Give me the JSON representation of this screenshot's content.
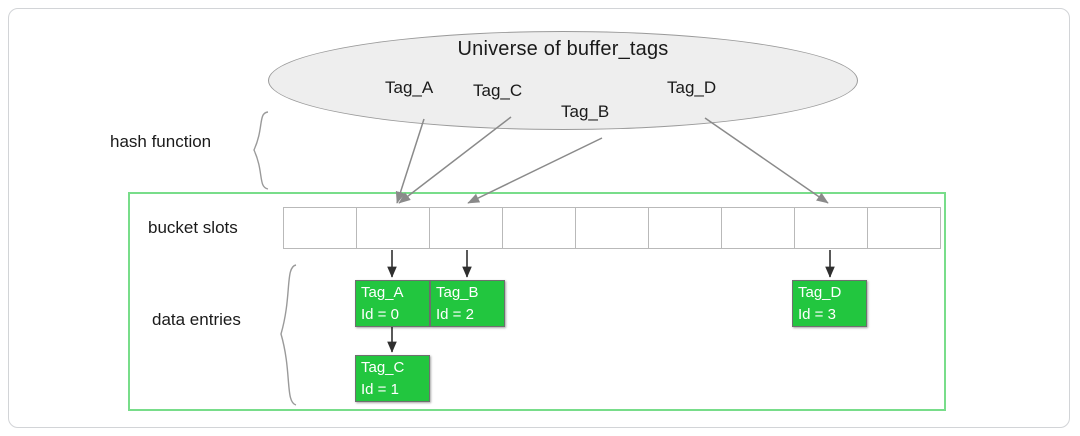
{
  "diagram": {
    "title": "Universe of buffer_tags",
    "universe": {
      "label": "Universe of buffer_tags",
      "tags": [
        {
          "name": "Tag_A"
        },
        {
          "name": "Tag_C"
        },
        {
          "name": "Tag_B"
        },
        {
          "name": "Tag_D"
        }
      ]
    },
    "braces": {
      "hash_function_label": "hash function",
      "data_entries_label": "data entries"
    },
    "bucket_slots": {
      "label": "bucket slots",
      "count": 9,
      "slots": [
        "",
        "",
        "",
        "",
        "",
        "",
        "",
        "",
        ""
      ]
    },
    "data_entries": {
      "label": "data entries",
      "entries": [
        {
          "tag": "Tag_A",
          "id": "Id = 0"
        },
        {
          "tag": "Tag_B",
          "id": "Id = 2"
        },
        {
          "tag": "Tag_C",
          "id": "Id = 1"
        },
        {
          "tag": "Tag_D",
          "id": "Id = 3"
        }
      ]
    },
    "colors": {
      "entry_fill": "#22c63f",
      "entry_text": "#ffffff",
      "frame_border": "#78dd8a",
      "ellipse_fill": "#eeeeee",
      "ellipse_border": "#9a9a9a",
      "slot_border": "#b9b9b9",
      "arrow": "#8a8a8a",
      "arrow_dark": "#3a3a3a",
      "text": "#1a1a1a",
      "card_border": "#d2d4d7"
    }
  }
}
